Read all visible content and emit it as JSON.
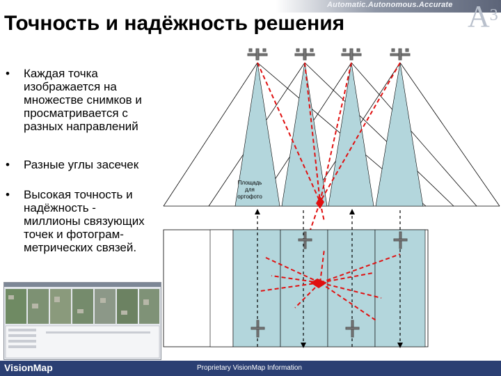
{
  "header": {
    "tagline": "Automatic.Autonomous.Accurate",
    "logo_text": "A",
    "logo_sup": "3"
  },
  "title": "Точность и надёжность решения",
  "bullets": [
    {
      "mark": "•",
      "text": "Каждая точка изображается на множестве снимков и просматривается с разных направлений"
    },
    {
      "mark": "•",
      "text": "Разные углы засечек"
    },
    {
      "mark": "•",
      "text": "Высокая точность и надёжность - миллионы связующих точек и фотограм-метрических связей."
    }
  ],
  "diagram": {
    "area_label": "Площадь для ортофото",
    "colors": {
      "cone_fill": "#b3d6dc",
      "ray": "#e01010",
      "strip": "#b3d6dc"
    },
    "icons": [
      "aircraft-icon",
      "aircraft-icon",
      "aircraft-icon",
      "aircraft-icon"
    ]
  },
  "footer": {
    "logo": "VisionMap",
    "text": "Proprietary VisionMap Information"
  }
}
